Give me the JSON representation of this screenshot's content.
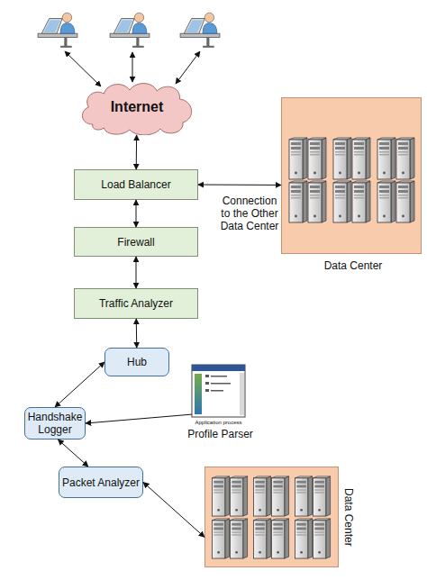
{
  "diagram": {
    "nodes": [
      {
        "text": [
          "Internet"
        ]
      },
      {
        "text": [
          "Load Balancer"
        ]
      },
      {
        "text": [
          "Data Center"
        ]
      },
      {
        "text": [
          "Firewall"
        ]
      },
      {
        "text": [
          "Traffic Analyzer"
        ]
      },
      {
        "text": [
          "Hub"
        ]
      },
      {
        "text": [
          "Application process",
          "Profile Parser"
        ]
      },
      {
        "text": [
          "Handshake Logger"
        ]
      },
      {
        "text": [
          "Packet Analyzer"
        ]
      },
      {
        "text": [
          "Data Center"
        ]
      }
    ],
    "edges": [
      {
        "from": 0,
        "to": 1,
        "arrow": "both"
      },
      {
        "from": 1,
        "to": 2,
        "label": "Connection to the Other Data Center",
        "arrow": "both"
      },
      {
        "from": 1,
        "to": 3,
        "arrow": "both"
      },
      {
        "from": 3,
        "to": 4,
        "arrow": "both"
      },
      {
        "from": 4,
        "to": 5,
        "arrow": "both"
      },
      {
        "from": 5,
        "to": 7,
        "arrow": "both"
      },
      {
        "from": 6,
        "to": 7,
        "arrow": "to"
      },
      {
        "from": 7,
        "to": 8,
        "arrow": "both"
      },
      {
        "from": 8,
        "to": 9,
        "arrow": "both"
      }
    ]
  }
}
